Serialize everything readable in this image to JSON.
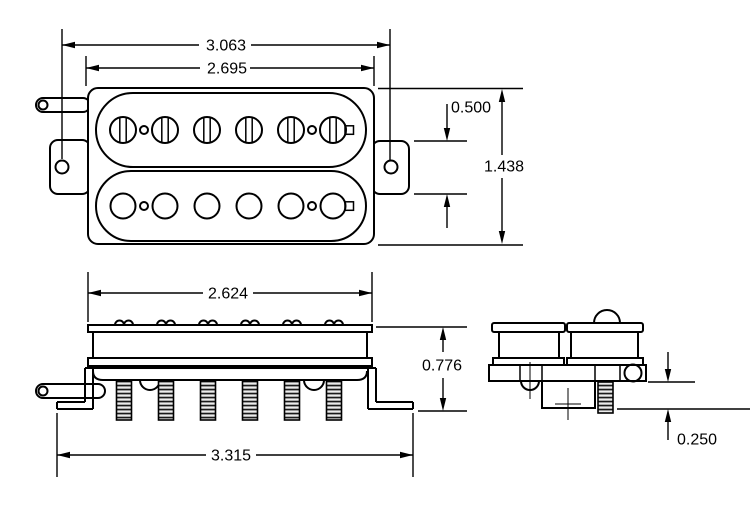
{
  "drawing": {
    "background_color": "#ffffff",
    "line_color": "#000000"
  },
  "dimensions": {
    "top_view": {
      "mounting_hole_spacing": "3.063",
      "cover_width": "2.695",
      "mounting_ear_height": "0.500",
      "overall_body_height": "1.438"
    },
    "side_view": {
      "cover_length": "2.624",
      "baseplate_length": "3.315"
    },
    "end_view": {
      "overall_height": "0.776",
      "screw_protrusion": "0.250"
    }
  }
}
